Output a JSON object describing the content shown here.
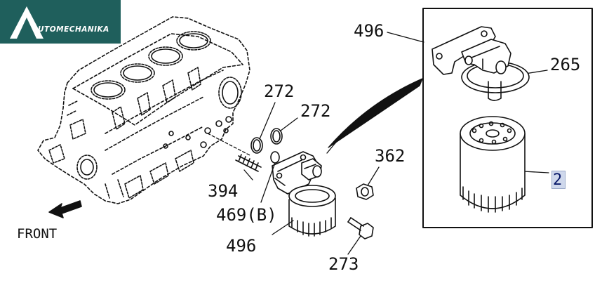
{
  "logo": {
    "initial": "A",
    "wordmark": "UTOMECHANIKA",
    "background": "#1f5f5c"
  },
  "front_label": "FRONT",
  "callouts": {
    "c496_top": "496",
    "c265": "265",
    "c272_a": "272",
    "c272_b": "272",
    "c362": "362",
    "c2": "2",
    "c394": "394",
    "c469b": "469(B)",
    "c496_bottom": "496",
    "c273": "273"
  },
  "highlight_color": "#cfd8ec"
}
